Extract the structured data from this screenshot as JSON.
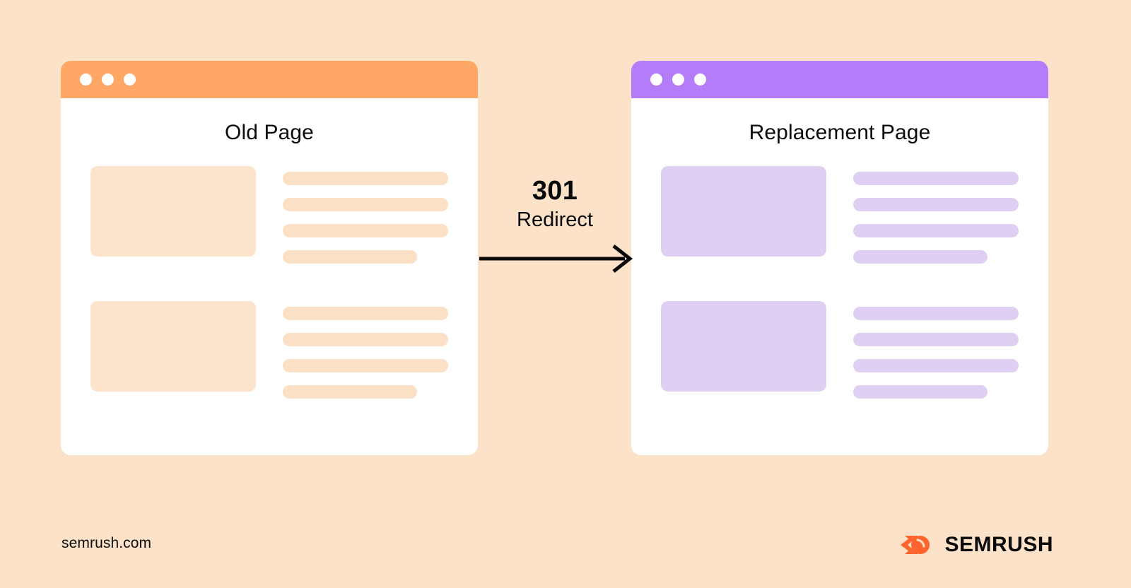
{
  "background_color": "#FBE2C9",
  "diagram": {
    "type": "redirect-flow",
    "old_window": {
      "titlebar_color": "#FFA866",
      "accent_color": "#FCE0C6",
      "title": "Old Page",
      "window_dots": [
        "dot-1",
        "dot-2",
        "dot-3"
      ],
      "blocks": [
        {
          "thumbnail": "image-placeholder",
          "lines": [
            {
              "width_pct": 100
            },
            {
              "width_pct": 100
            },
            {
              "width_pct": 100
            },
            {
              "width_pct": 81
            }
          ]
        },
        {
          "thumbnail": "image-placeholder",
          "lines": [
            {
              "width_pct": 100
            },
            {
              "width_pct": 100
            },
            {
              "width_pct": 100
            },
            {
              "width_pct": 81
            }
          ]
        }
      ]
    },
    "new_window": {
      "titlebar_color": "#B57CF9",
      "accent_color": "#DFCFF2",
      "title": "Replacement Page",
      "window_dots": [
        "dot-1",
        "dot-2",
        "dot-3"
      ],
      "blocks": [
        {
          "thumbnail": "image-placeholder",
          "lines": [
            {
              "width_pct": 100
            },
            {
              "width_pct": 100
            },
            {
              "width_pct": 100
            },
            {
              "width_pct": 81
            }
          ]
        },
        {
          "thumbnail": "image-placeholder",
          "lines": [
            {
              "width_pct": 100
            },
            {
              "width_pct": 100
            },
            {
              "width_pct": 100
            },
            {
              "width_pct": 81
            }
          ]
        }
      ]
    },
    "connector": {
      "code": "301",
      "label": "Redirect",
      "arrow_icon": "arrow-right-icon",
      "arrow_color": "#090909"
    }
  },
  "footer": {
    "url": "semrush.com",
    "brand_name": "SEMRUSH",
    "brand_mark_icon": "semrush-comet-icon",
    "brand_mark_color": "#FF642D"
  }
}
